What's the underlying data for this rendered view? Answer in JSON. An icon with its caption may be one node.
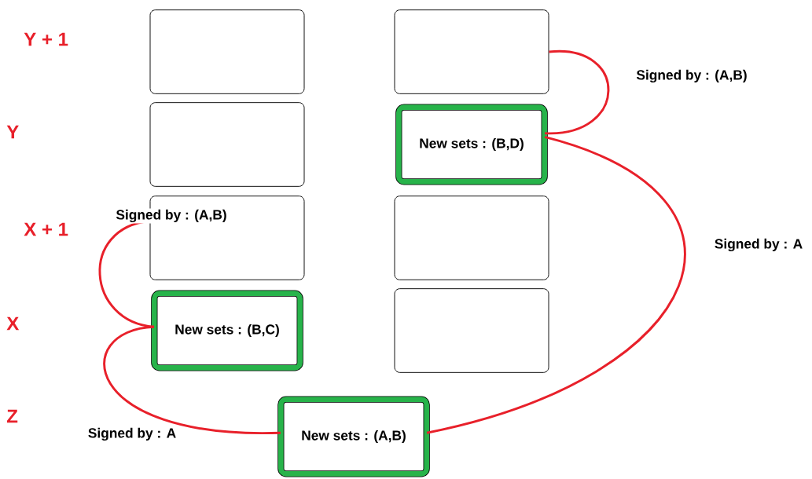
{
  "diagram": {
    "nodes": [
      {
        "text": [],
        "shape": "box"
      },
      {
        "text": [],
        "shape": "box"
      },
      {
        "text": [],
        "shape": "box"
      },
      {
        "text": [
          "New sets : (B,D)"
        ]
      },
      {
        "text": [],
        "shape": "box"
      },
      {
        "text": [],
        "shape": "box"
      },
      {
        "text": [
          "New sets : (B,C)"
        ]
      },
      {
        "text": [],
        "shape": "box"
      },
      {
        "text": [
          "New sets : (A,B)"
        ]
      }
    ],
    "edges": [
      {
        "from": 1,
        "to": 3,
        "arrow": "none",
        "label": "Signed by : (A,B)"
      },
      {
        "from": 3,
        "to": 8,
        "arrow": "none",
        "label": "Signed by : A"
      },
      {
        "from": 4,
        "to": 6,
        "arrow": "none",
        "label": "Signed by : (A,B)"
      },
      {
        "from": 6,
        "to": 8,
        "arrow": "none",
        "label": "Signed by : A"
      }
    ],
    "labels": [
      "Y + 1",
      "Y",
      "X + 1",
      "X",
      "Z"
    ]
  }
}
